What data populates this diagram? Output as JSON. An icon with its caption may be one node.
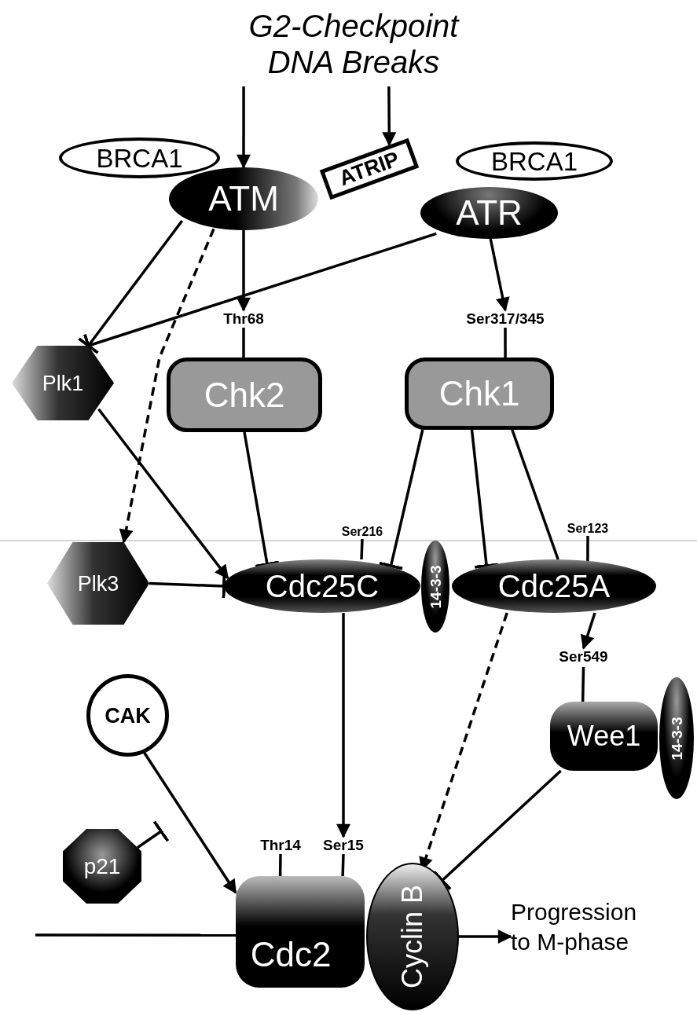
{
  "diagram": {
    "nodes": [
      {
        "text": [
          "G2-Checkpoint DNA Breaks"
        ]
      },
      {
        "text": [
          "BRCA1"
        ]
      },
      {
        "text": [
          "ATM"
        ]
      },
      {
        "text": [
          "ATRIP"
        ]
      },
      {
        "text": [
          "BRCA1"
        ]
      },
      {
        "text": [
          "ATR"
        ]
      },
      {
        "text": [
          "Plk1"
        ]
      },
      {
        "text": [
          "Thr68"
        ]
      },
      {
        "text": [
          "Ser317/345"
        ]
      },
      {
        "text": [
          "Chk2"
        ]
      },
      {
        "text": [
          "Chk1"
        ]
      },
      {
        "text": [
          "Plk3"
        ]
      },
      {
        "text": [
          "Ser216"
        ]
      },
      {
        "text": [
          "Cdc25C"
        ]
      },
      {
        "text": [
          "14-3-3"
        ]
      },
      {
        "text": [
          "Ser123"
        ]
      },
      {
        "text": [
          "Cdc25A"
        ]
      },
      {
        "text": [
          "Ser549"
        ]
      },
      {
        "text": [
          "Wee1"
        ]
      },
      {
        "text": [
          "14-3-3"
        ]
      },
      {
        "text": [
          "CAK"
        ]
      },
      {
        "text": [
          "p21"
        ]
      },
      {
        "text": [
          "Thr14"
        ]
      },
      {
        "text": [
          "Ser15"
        ]
      },
      {
        "text": [
          "Cdc2"
        ]
      },
      {
        "text": [
          "Cyclin B"
        ]
      },
      {
        "text": [
          "Progression to M-phase"
        ]
      }
    ],
    "edges": [
      {
        "from": 0,
        "to": 2,
        "arrow": "to"
      },
      {
        "from": 0,
        "to": 3,
        "arrow": "to"
      },
      {
        "from": 2,
        "to": 6,
        "arrow": "other"
      },
      {
        "from": 5,
        "to": 6,
        "arrow": "other"
      },
      {
        "from": 2,
        "to": 11,
        "arrow": "to",
        "style": "dashed"
      },
      {
        "from": 2,
        "to": 7,
        "arrow": "to"
      },
      {
        "from": 5,
        "to": 8,
        "arrow": "to"
      },
      {
        "from": 7,
        "to": 9,
        "arrow": "none"
      },
      {
        "from": 8,
        "to": 10,
        "arrow": "none"
      },
      {
        "from": 6,
        "to": 13,
        "arrow": "to"
      },
      {
        "from": 9,
        "to": 13,
        "arrow": "other"
      },
      {
        "from": 10,
        "to": 13,
        "arrow": "other"
      },
      {
        "from": 10,
        "to": 16,
        "arrow": "other"
      },
      {
        "from": 10,
        "to": 16,
        "arrow": "none"
      },
      {
        "from": 11,
        "to": 13,
        "arrow": "other"
      },
      {
        "from": 12,
        "to": 13,
        "arrow": "none"
      },
      {
        "from": 15,
        "to": 16,
        "arrow": "none"
      },
      {
        "from": 13,
        "to": 23,
        "arrow": "to"
      },
      {
        "from": 16,
        "to": 25,
        "arrow": "to",
        "style": "dashed"
      },
      {
        "from": 16,
        "to": 17,
        "arrow": "to"
      },
      {
        "from": 17,
        "to": 18,
        "arrow": "none"
      },
      {
        "from": 18,
        "to": 25,
        "arrow": "other"
      },
      {
        "from": 20,
        "to": 24,
        "arrow": "to"
      },
      {
        "from": 21,
        "to": null,
        "arrow": "other"
      },
      {
        "from": 22,
        "to": 24,
        "arrow": "none"
      },
      {
        "from": 23,
        "to": 24,
        "arrow": "none"
      },
      {
        "from": null,
        "to": 24,
        "arrow": "none"
      },
      {
        "from": 25,
        "to": 26,
        "arrow": "to"
      }
    ]
  }
}
